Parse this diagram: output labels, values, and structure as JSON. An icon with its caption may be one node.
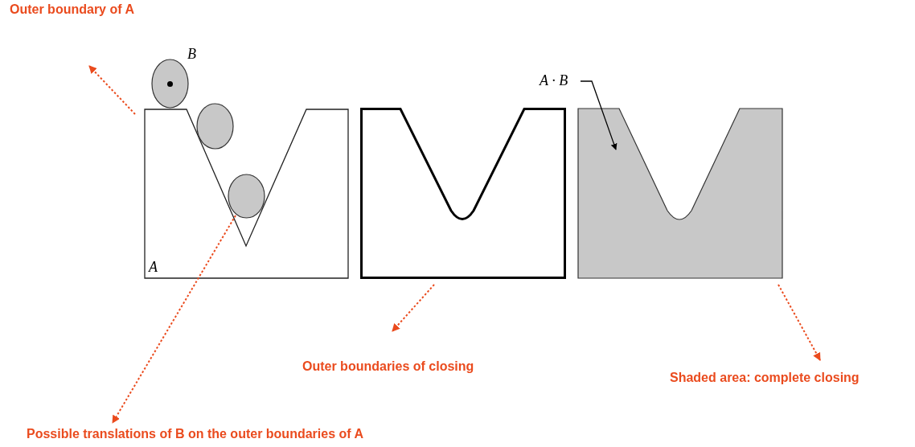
{
  "diagram": {
    "nodes": [
      {
        "text": [
          "Outer boundary of A"
        ]
      },
      {
        "text": [
          "A"
        ]
      },
      {
        "text": [],
        "shape": "circle"
      },
      {
        "text": [],
        "shape": "circle"
      },
      {
        "text": [],
        "shape": "circle"
      },
      {
        "text": [],
        "shape": "box"
      },
      {
        "text": [
          "A · B"
        ]
      },
      {
        "text": [],
        "shape": "box"
      },
      {
        "text": [
          "Outer boundaries of closing"
        ]
      },
      {
        "text": [
          "Shaded area: complete closing"
        ]
      },
      {
        "text": [
          "Possible translations of B on the outer boundaries of A"
        ]
      }
    ],
    "edges": [
      {
        "from": 1,
        "to": 0,
        "arrow": "to",
        "style": "dashed"
      },
      {
        "from": 4,
        "to": 10,
        "arrow": "to",
        "style": "dashed"
      },
      {
        "from": 5,
        "to": 8,
        "arrow": "to",
        "style": "dashed"
      },
      {
        "from": 6,
        "to": 7,
        "arrow": "to",
        "color": "#000000"
      },
      {
        "from": 7,
        "to": 9,
        "arrow": "to",
        "style": "dashed"
      }
    ],
    "labels": [
      "B"
    ]
  }
}
